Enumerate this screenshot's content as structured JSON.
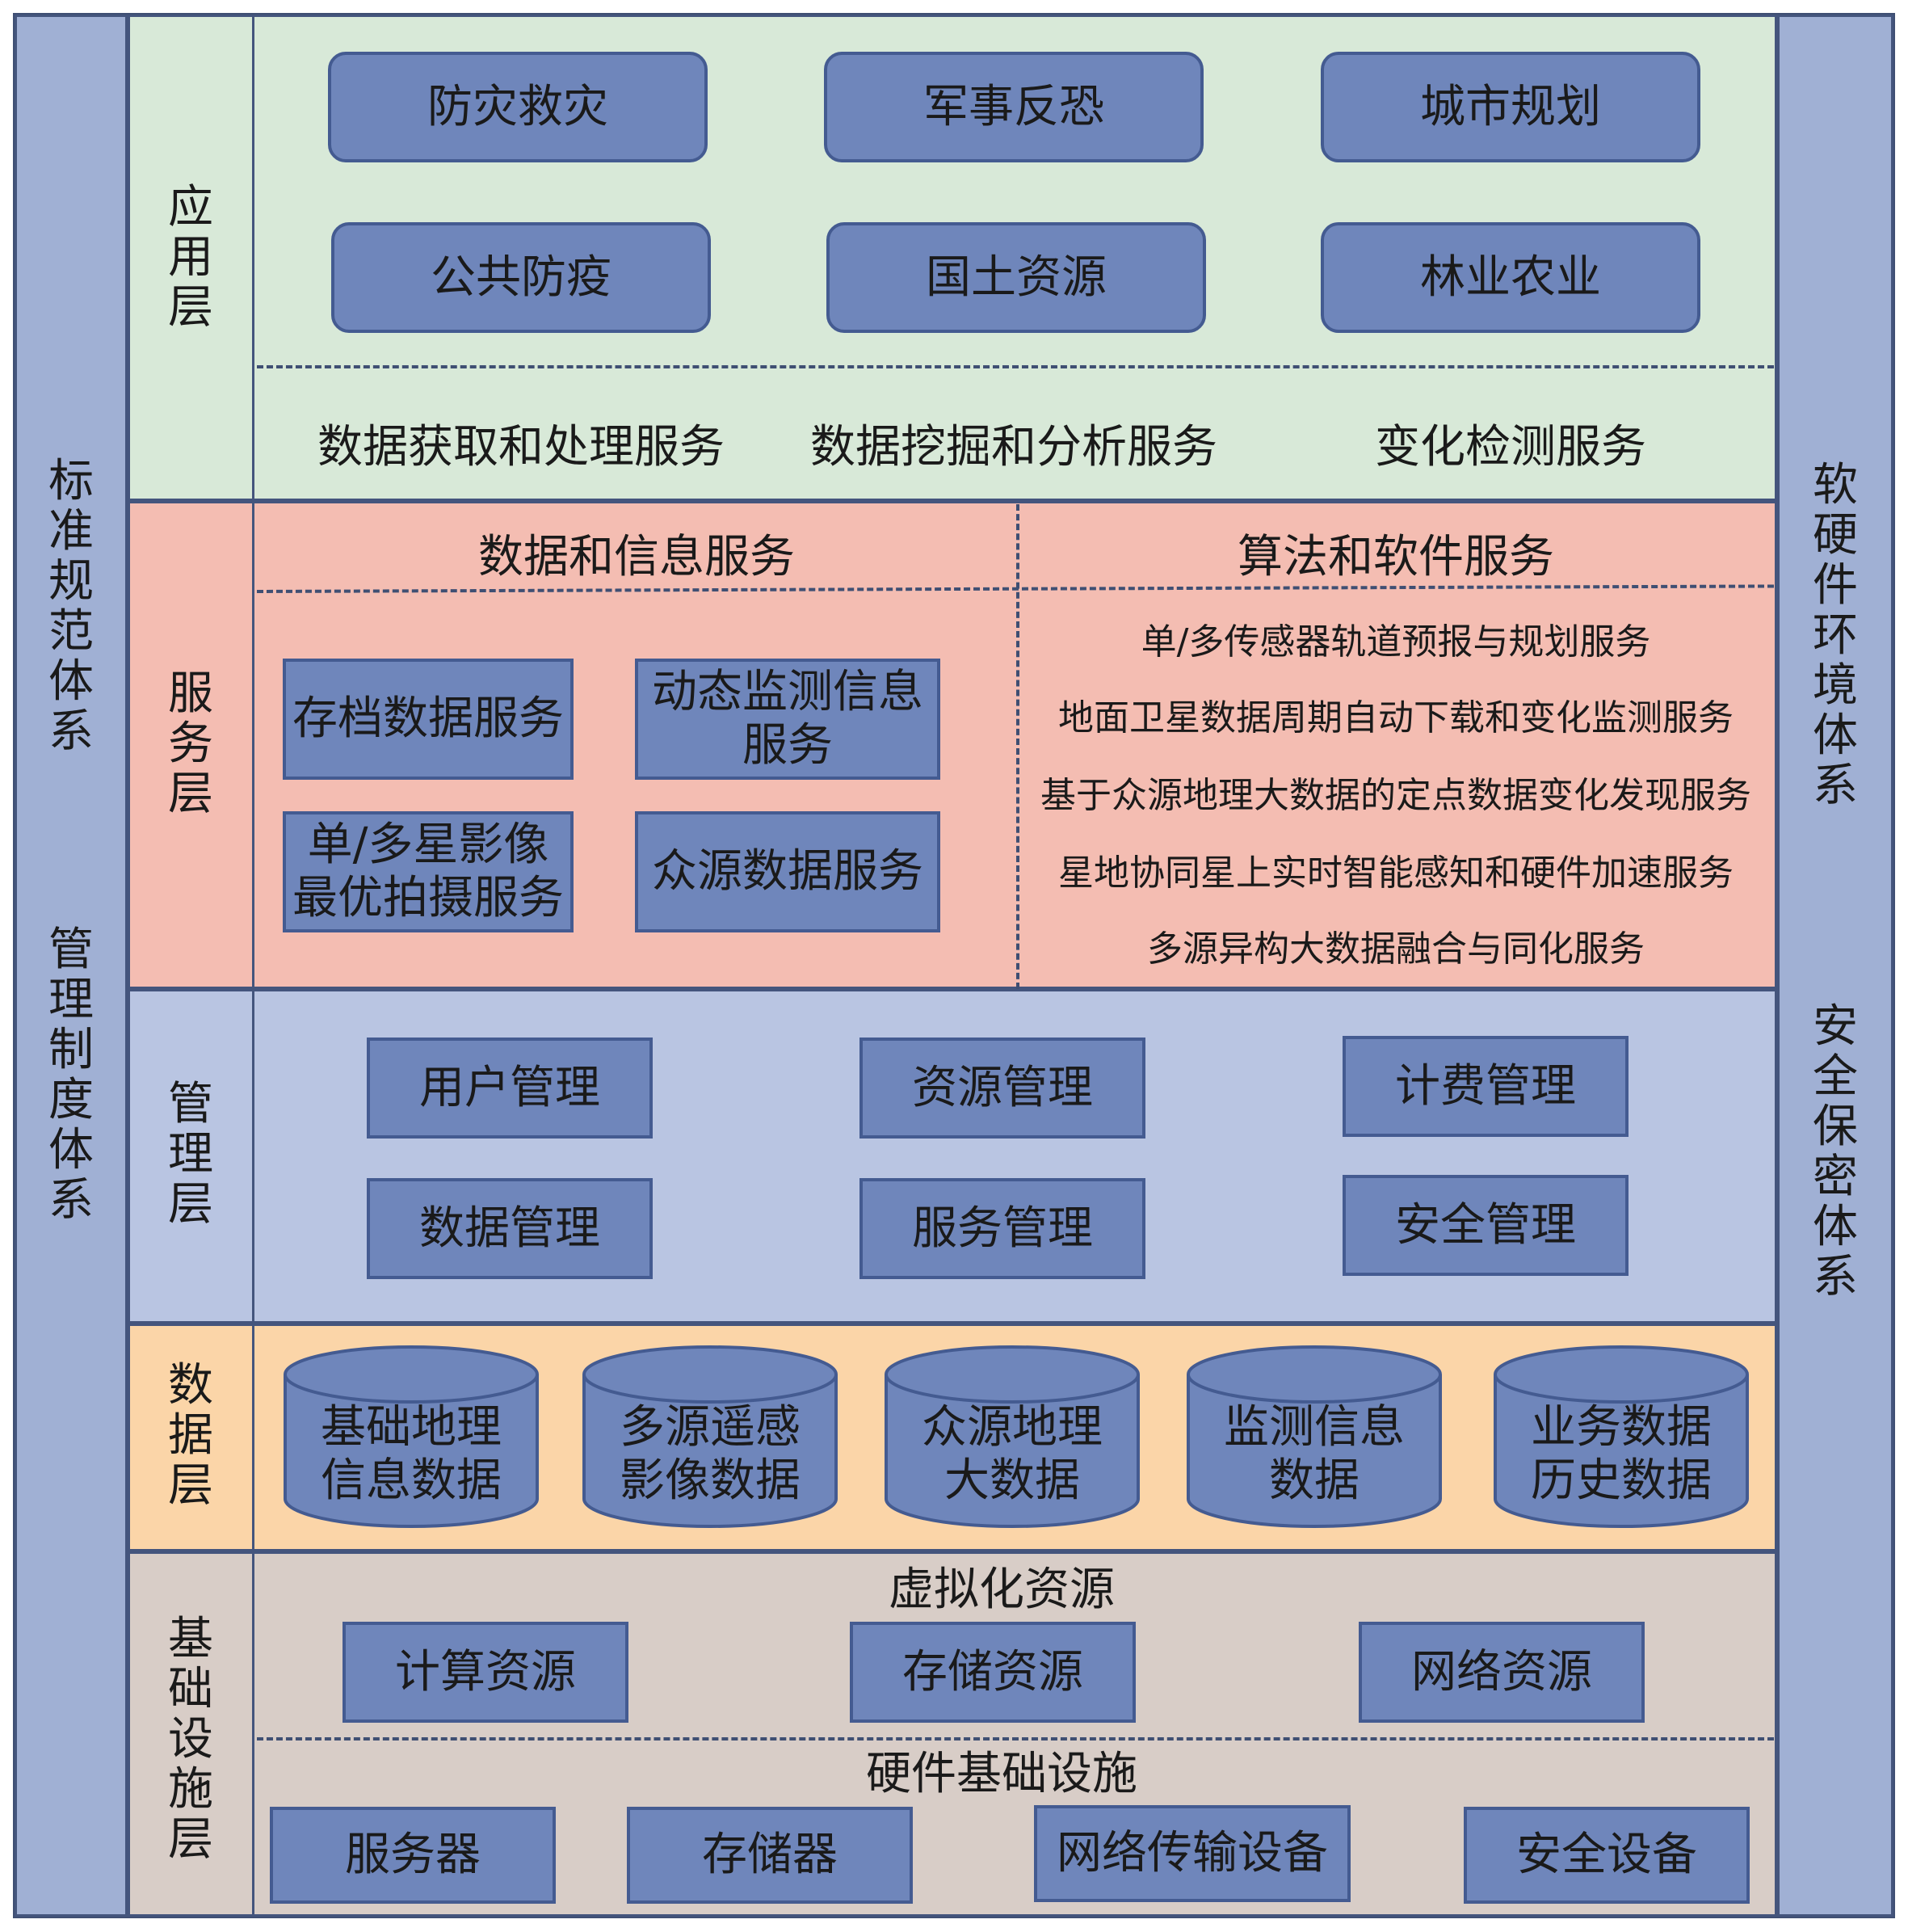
{
  "left_bar": {
    "top": "标准规范体系",
    "bottom": "管理制度体系"
  },
  "right_bar": {
    "top": "软硬件环境体系",
    "bottom": "安全保密体系"
  },
  "application_layer": {
    "label": "应用层",
    "apps": [
      "防灾救灾",
      "军事反恐",
      "城市规划",
      "公共防疫",
      "国土资源",
      "林业农业"
    ],
    "services": [
      "数据获取和处理服务",
      "数据挖掘和分析服务",
      "变化检测服务"
    ]
  },
  "service_layer": {
    "label": "服务层",
    "left_title": "数据和信息服务",
    "right_title": "算法和软件服务",
    "boxes": [
      "存档数据服务",
      "动态监测信息服务",
      "单/多星影像最优拍摄服务",
      "众源数据服务"
    ],
    "algorithms": [
      "单/多传感器轨道预报与规划服务",
      "地面卫星数据周期自动下载和变化监测服务",
      "基于众源地理大数据的定点数据变化发现服务",
      "星地协同星上实时智能感知和硬件加速服务",
      "多源异构大数据融合与同化服务"
    ]
  },
  "management_layer": {
    "label": "管理层",
    "items": [
      "用户管理",
      "资源管理",
      "计费管理",
      "数据管理",
      "服务管理",
      "安全管理"
    ]
  },
  "data_layer": {
    "label": "数据层",
    "stores": [
      {
        "line1": "基础地理",
        "line2": "信息数据"
      },
      {
        "line1": "多源遥感",
        "line2": "影像数据"
      },
      {
        "line1": "众源地理",
        "line2": "大数据"
      },
      {
        "line1": "监测信息",
        "line2": "数据"
      },
      {
        "line1": "业务数据",
        "line2": "历史数据"
      }
    ]
  },
  "infrastructure_layer": {
    "label": "基础设施层",
    "virtual_title": "虚拟化资源",
    "virtual": [
      "计算资源",
      "存储资源",
      "网络资源"
    ],
    "hardware_title": "硬件基础设施",
    "hardware": [
      "服务器",
      "存储器",
      "网络传输设备",
      "安全设备"
    ]
  },
  "colors": {
    "application": "#d8e9d8",
    "service": "#f4bdb2",
    "management": "#b9c5e2",
    "data": "#fbd5a8",
    "infrastructure": "#d8cdc7",
    "box": "#6f86bb",
    "side": "#a0b0d4"
  }
}
